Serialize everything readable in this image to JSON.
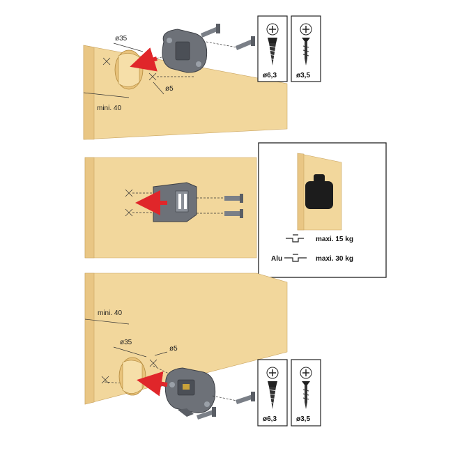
{
  "top": {
    "dim_hole": "ø35",
    "dim_small": "ø5",
    "dim_mini": "mini. 40",
    "screw_big": "ø6,3",
    "screw_small": "ø3,5"
  },
  "middle": {
    "load_standard": "maxi. 15 kg",
    "load_alu_prefix": "Alu",
    "load_alu": "maxi. 30 kg"
  },
  "bottom": {
    "dim_mini": "mini. 40",
    "dim_hole": "ø35",
    "dim_small": "ø5",
    "screw_big": "ø6,3",
    "screw_small": "ø3,5"
  },
  "colors": {
    "panel": "#f2d79c",
    "panel_edge": "#d9b674",
    "part": "#6d7178",
    "arrow": "#e0262a"
  }
}
